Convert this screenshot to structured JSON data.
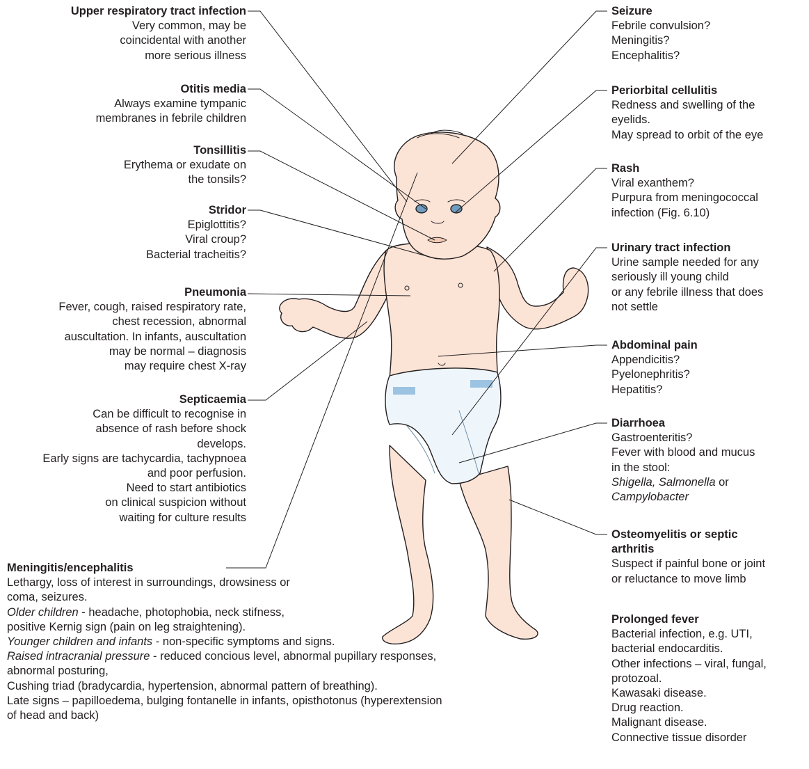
{
  "left_callouts": [
    {
      "id": "urti",
      "title": "Upper respiratory tract infection",
      "lines": [
        "Very common, may be",
        "coincidental with another",
        "more serious illness"
      ]
    },
    {
      "id": "otitis",
      "title": "Otitis media",
      "lines": [
        "Always examine tympanic",
        "membranes in febrile children"
      ]
    },
    {
      "id": "tonsillitis",
      "title": "Tonsillitis",
      "lines": [
        "Erythema or exudate on",
        "the tonsils?"
      ]
    },
    {
      "id": "stridor",
      "title": "Stridor",
      "lines": [
        "Epiglottitis?",
        "Viral croup?",
        "Bacterial tracheitis?"
      ]
    },
    {
      "id": "pneumonia",
      "title": "Pneumonia",
      "lines": [
        "Fever, cough, raised respiratory rate,",
        "chest recession, abnormal",
        "auscultation. In infants, auscultation",
        "may be normal – diagnosis",
        "may require chest X-ray"
      ]
    },
    {
      "id": "septicaemia",
      "title": "Septicaemia",
      "lines": [
        "Can be difficult to recognise in",
        "absence of rash before shock",
        "develops.",
        "Early signs are tachycardia, tachypnoea",
        "and poor perfusion.",
        "Need to start antibiotics",
        "on clinical suspicion without",
        "waiting for culture results"
      ]
    }
  ],
  "meningitis": {
    "title": "Meningitis/encephalitis",
    "line1": "Lethargy, loss of interest in surroundings, drowsiness or",
    "line2": "coma, seizures.",
    "older_label": "Older children",
    "older_text": " - headache, photophobia, neck stifness,",
    "line4": "positive Kernig sign (pain on  leg straightening).",
    "younger_label": "Younger children and infants",
    "younger_text": " - non-specific symptoms and signs.",
    "icp_label": "Raised intracranial pressure",
    "icp_text": " - reduced concious level, abnormal pupillary responses,",
    "line7": "abnormal posturing,",
    "line8": "Cushing triad (bradycardia, hypertension, abnormal pattern of breathing).",
    "line9": "Late signs – papilloedema, bulging fontanelle in infants, opisthotonus (hyperextension",
    "line10": "of head and back)"
  },
  "right_callouts": [
    {
      "id": "seizure",
      "title": "Seizure",
      "lines": [
        "Febrile convulsion?",
        "Meningitis?",
        "Encephalitis?"
      ]
    },
    {
      "id": "periorbital",
      "title": "Periorbital cellulitis",
      "lines": [
        "Redness and swelling of the",
        "eyelids.",
        "May spread to orbit of the eye"
      ]
    },
    {
      "id": "rash",
      "title": "Rash",
      "lines": [
        "Viral exanthem?",
        "Purpura from meningococcal",
        "infection (Fig. 6.10)"
      ]
    },
    {
      "id": "uti",
      "title": "Urinary tract infection",
      "lines": [
        "Urine sample needed for any",
        "seriously ill young child",
        "or any febrile illness that does",
        "not settle"
      ]
    },
    {
      "id": "abdominal",
      "title": "Abdominal pain",
      "lines": [
        "Appendicitis?",
        "Pyelonephritis?",
        "Hepatitis?"
      ]
    },
    {
      "id": "diarrhoea",
      "title": "Diarrhoea",
      "lines": [
        "Gastroenteritis?",
        "Fever with blood and mucus",
        "in the stool:"
      ]
    },
    {
      "id": "osteo",
      "title": "Osteomyelitis or septic",
      "title2": "arthritis",
      "lines": [
        "Suspect if painful bone or joint",
        "or reluctance to move limb"
      ]
    },
    {
      "id": "prolonged",
      "title": "Prolonged fever",
      "lines": [
        "Bacterial infection, e.g. UTI,",
        "bacterial endocarditis.",
        "Other infections – viral, fungal,",
        "protozoal.",
        "Kawasaki disease.",
        "Drug reaction.",
        "Malignant disease.",
        "Connective tissue disorder"
      ]
    }
  ],
  "diarrhoea_organisms": {
    "shigella": "Shigella,",
    "salmonella": "Salmonella",
    "or": " or",
    "campylobacter": "Campylobacter"
  },
  "colors": {
    "skin": "#fbe3d6",
    "skin_shade": "#f2c9b4",
    "outline": "#231f20",
    "diaper": "#eef6fb",
    "diaper_shade": "#cfe3f0",
    "tab": "#9cc3e1",
    "eye": "#6f9cbf"
  }
}
